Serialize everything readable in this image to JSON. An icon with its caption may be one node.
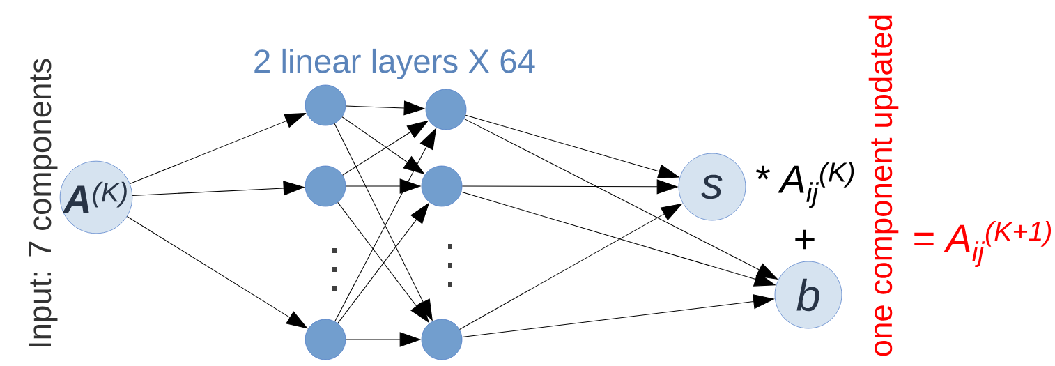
{
  "diagram": {
    "nodes": [
      {
        "text": [
          "**A**$^{(K)}$"
        ]
      },
      {
        "text": [],
        "shape": "circle"
      },
      {
        "text": [],
        "shape": "circle"
      },
      {
        "text": [],
        "shape": "circle"
      },
      {
        "text": [],
        "shape": "circle"
      },
      {
        "text": [],
        "shape": "circle"
      },
      {
        "text": [],
        "shape": "circle"
      },
      {
        "text": [
          "s"
        ]
      },
      {
        "text": [
          "b"
        ]
      }
    ],
    "edges": [
      {
        "from": 0,
        "to": 1,
        "arrow": "to"
      },
      {
        "from": 0,
        "to": 2,
        "arrow": "to"
      },
      {
        "from": 0,
        "to": 3,
        "arrow": "to"
      },
      {
        "from": 1,
        "to": 4,
        "arrow": "to"
      },
      {
        "from": 1,
        "to": 5,
        "arrow": "to"
      },
      {
        "from": 1,
        "to": 6,
        "arrow": "to"
      },
      {
        "from": 2,
        "to": 4,
        "arrow": "to"
      },
      {
        "from": 2,
        "to": 5,
        "arrow": "to"
      },
      {
        "from": 2,
        "to": 6,
        "arrow": "to"
      },
      {
        "from": 3,
        "to": 4,
        "arrow": "to"
      },
      {
        "from": 3,
        "to": 5,
        "arrow": "to"
      },
      {
        "from": 3,
        "to": 6,
        "arrow": "to"
      },
      {
        "from": 4,
        "to": 7,
        "arrow": "to"
      },
      {
        "from": 4,
        "to": 8,
        "arrow": "to"
      },
      {
        "from": 5,
        "to": 7,
        "arrow": "to"
      },
      {
        "from": 5,
        "to": 8,
        "arrow": "to"
      },
      {
        "from": 6,
        "to": 7,
        "arrow": "to"
      },
      {
        "from": 6,
        "to": 8,
        "arrow": "to"
      }
    ],
    "labels": [
      "Input: 7 components",
      "2 linear layers X 64",
      "* A$_{ij}$$^{(K)}$",
      "+",
      "one component updated",
      "= A$_{ij}$$^{(K+1)}$"
    ]
  }
}
